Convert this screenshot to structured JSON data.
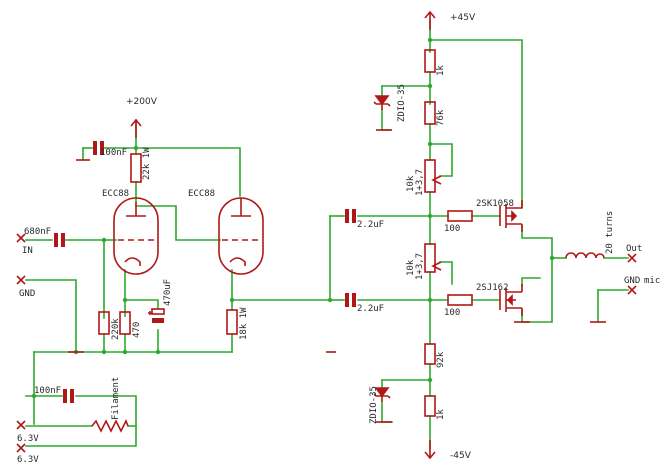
{
  "rails": {
    "plus200": "+200V",
    "plus45": "+45V",
    "minus45": "-45V"
  },
  "ports": {
    "in_cap": "680nF",
    "in": "IN",
    "gnd": "GND",
    "fil1": "6.3V",
    "fil2": "6.3V",
    "out": "Out",
    "gnd_out": "GND",
    "mic": "mic"
  },
  "tubes": {
    "v1": "ECC88",
    "v2": "ECC88"
  },
  "tube_stage": {
    "c_decouple": "100nF",
    "r_plate": "22k 1W",
    "r_grid": "220k",
    "r_cathode": "470",
    "c_cathode": "470uF",
    "r_follower": "18k 1W",
    "c_fil": "100nF",
    "filament": "Filament"
  },
  "output_stage": {
    "c_top": "2.2uF",
    "c_bot": "2.2uF",
    "r_top1k": "1k",
    "zener_top": "ZDIO-35",
    "r_76k": "76k",
    "pot_top": "10k",
    "pot_top_sub": "1+3,7",
    "r_gate_top": "100",
    "fet_top": "2SK1058",
    "pot_bot": "10k",
    "pot_bot_sub": "1+3,7",
    "r_gate_bot": "100",
    "fet_bot": "2SJ162",
    "r_92k": "92k",
    "zener_bot": "ZDIO-35",
    "r_bot1k": "1k",
    "inductor": "20 turns"
  },
  "colors": {
    "wire": "#2ea82e",
    "component": "#b01818",
    "text": "#2a2a2a",
    "background": "#ffffff"
  }
}
